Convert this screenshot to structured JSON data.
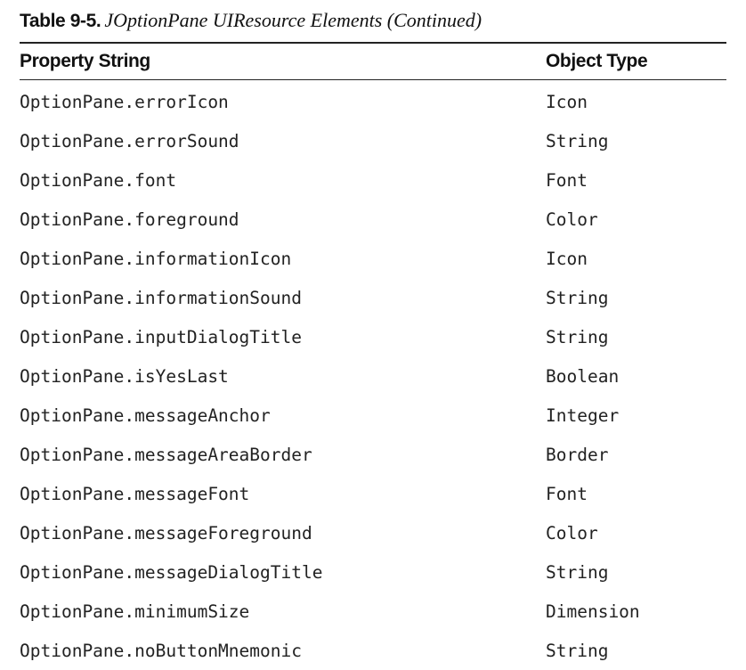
{
  "table": {
    "caption_label": "Table 9-5.",
    "caption_title": "JOptionPane UIResource Elements (Continued)",
    "columns": [
      "Property String",
      "Object Type"
    ],
    "rows": [
      [
        "OptionPane.errorIcon",
        "Icon"
      ],
      [
        "OptionPane.errorSound",
        "String"
      ],
      [
        "OptionPane.font",
        "Font"
      ],
      [
        "OptionPane.foreground",
        "Color"
      ],
      [
        "OptionPane.informationIcon",
        "Icon"
      ],
      [
        "OptionPane.informationSound",
        "String"
      ],
      [
        "OptionPane.inputDialogTitle",
        "String"
      ],
      [
        "OptionPane.isYesLast",
        "Boolean"
      ],
      [
        "OptionPane.messageAnchor",
        "Integer"
      ],
      [
        "OptionPane.messageAreaBorder",
        "Border"
      ],
      [
        "OptionPane.messageFont",
        "Font"
      ],
      [
        "OptionPane.messageForeground",
        "Color"
      ],
      [
        "OptionPane.messageDialogTitle",
        "String"
      ],
      [
        "OptionPane.minimumSize",
        "Dimension"
      ],
      [
        "OptionPane.noButtonMnemonic",
        "String"
      ]
    ]
  }
}
